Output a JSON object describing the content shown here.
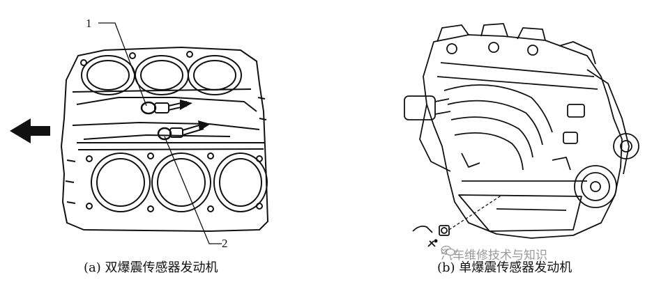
{
  "panels": [
    {
      "callouts": [
        "1",
        "2"
      ],
      "caption": "(a) 双爆震传感器发动机"
    },
    {
      "caption": "(b) 单爆震传感器发动机",
      "watermark": "汽车维修技术与知识"
    }
  ],
  "icons": [
    "left-arrow-icon",
    "wechat-icon"
  ],
  "colors": {
    "line": "#111111",
    "watermark": "#9a9a9a",
    "background": "#ffffff"
  }
}
